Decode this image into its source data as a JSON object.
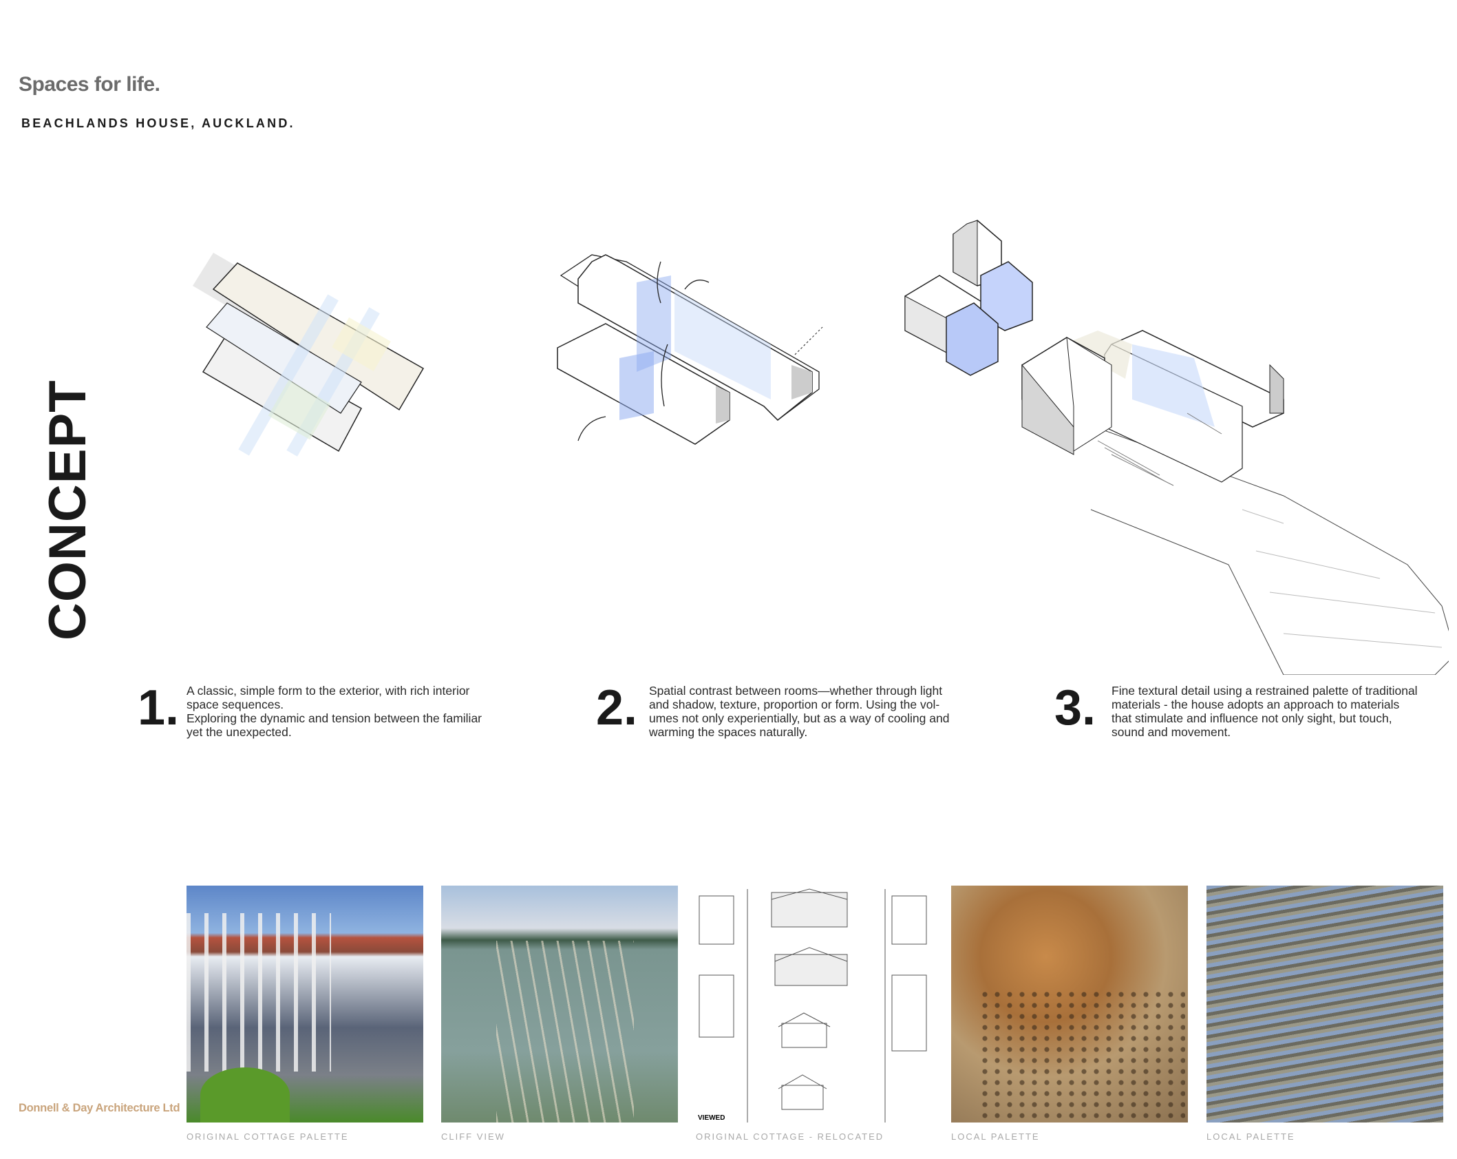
{
  "header": {
    "tagline": "Spaces for life.",
    "project": "BEACHLANDS HOUSE, AUCKLAND."
  },
  "section_title": "CONCEPT",
  "concepts": [
    {
      "number": "1.",
      "lines": [
        "A classic, simple form to the exterior, with rich interior",
        "space sequences.",
        "Exploring the dynamic and tension between the familiar",
        "yet the unexpected."
      ]
    },
    {
      "number": "2.",
      "lines": [
        "Spatial contrast between rooms—whether through light",
        "and shadow, texture, proportion or form. Using the vol-",
        "umes not only experientially, but as a way of cooling and",
        "warming the spaces naturally."
      ]
    },
    {
      "number": "3.",
      "lines": [
        "Fine textural detail using a restrained palette of traditional",
        "materials - the house adopts an approach to materials",
        "that stimulate and influence not only sight, but touch,",
        "sound and movement."
      ]
    }
  ],
  "photos": [
    {
      "label": "ORIGINAL COTTAGE PALETTE"
    },
    {
      "label": "CLIFF VIEW"
    },
    {
      "label": "ORIGINAL COTTAGE - RELOCATED",
      "drawing_text": "VIEWED"
    },
    {
      "label": "LOCAL PALETTE"
    },
    {
      "label": "LOCAL PALETTE"
    }
  ],
  "footer": {
    "logo": "Donnell & Day Architecture Ltd"
  },
  "colors": {
    "accent_blue": "#8aa8f0",
    "logo": "#c9a47c",
    "text": "#1a1a1a"
  }
}
